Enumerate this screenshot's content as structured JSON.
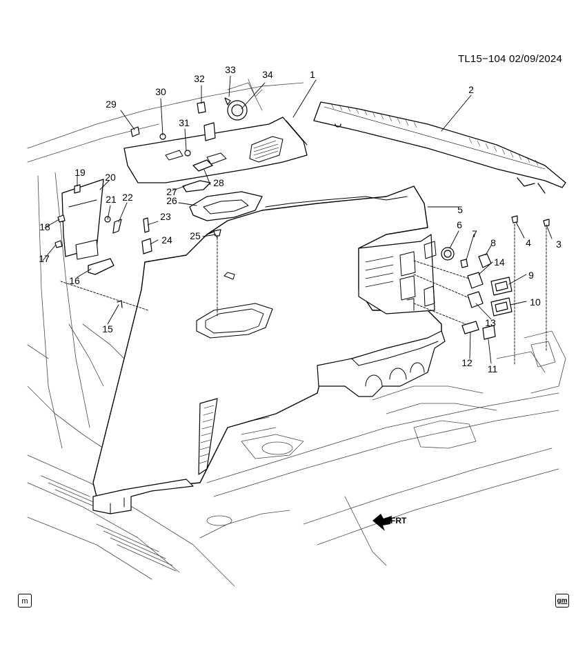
{
  "header": {
    "doc_id": "TL15−104  02/09/2024"
  },
  "direction_marker": {
    "label": "FRT"
  },
  "footer": {
    "left_badge": "m",
    "right_badge": "gm"
  },
  "callouts": [
    "1",
    "2",
    "3",
    "4",
    "5",
    "6",
    "7",
    "8",
    "9",
    "10",
    "11",
    "12",
    "13",
    "14",
    "15",
    "16",
    "17",
    "18",
    "19",
    "20",
    "21",
    "22",
    "23",
    "24",
    "25",
    "26",
    "27",
    "28",
    "29",
    "30",
    "31",
    "32",
    "33",
    "34"
  ],
  "colors": {
    "line": "#000000",
    "panel": "#ffffff",
    "detail": "#555555"
  }
}
